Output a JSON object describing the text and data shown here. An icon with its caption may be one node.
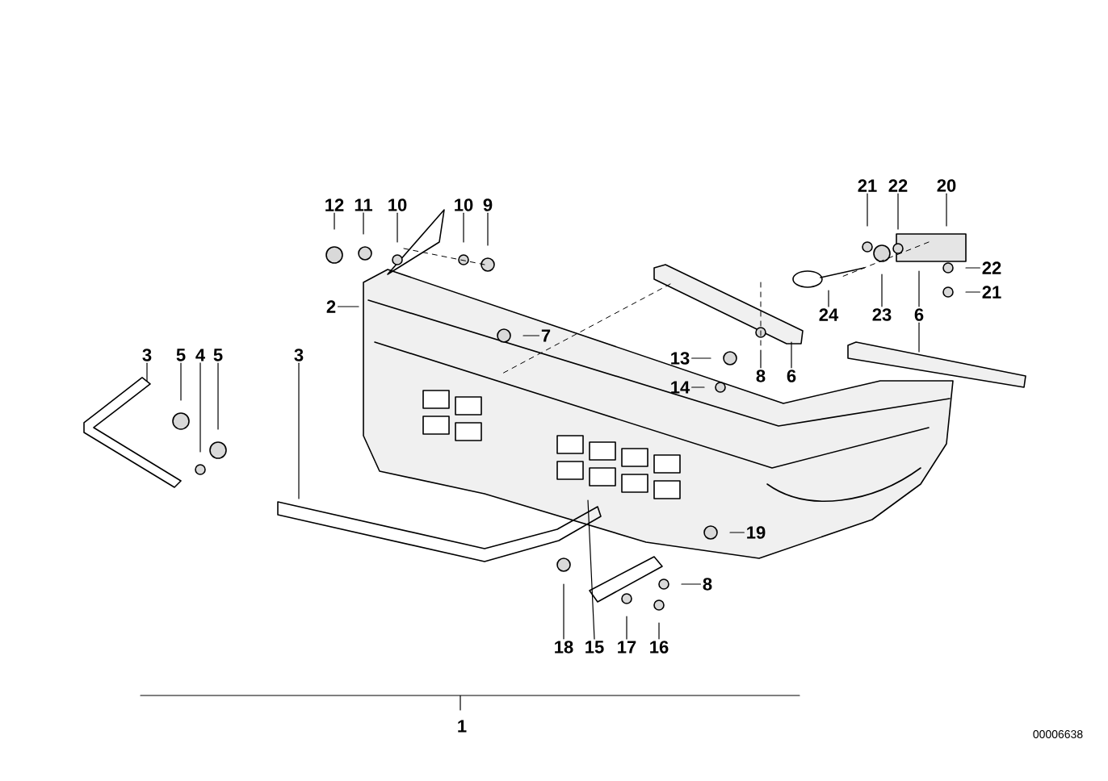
{
  "diagram": {
    "nodes": [
      {
        "text": [
          "21"
        ]
      },
      {
        "text": [
          "22"
        ]
      },
      {
        "text": [
          "20"
        ]
      },
      {
        "text": [
          "12"
        ]
      },
      {
        "text": [
          "11"
        ]
      },
      {
        "text": [
          "10"
        ]
      },
      {
        "text": [
          "10"
        ]
      },
      {
        "text": [
          "9"
        ]
      },
      {
        "text": [
          "22"
        ]
      },
      {
        "text": [
          "21"
        ]
      },
      {
        "text": [
          "2"
        ]
      },
      {
        "text": [
          "24"
        ]
      },
      {
        "text": [
          "23"
        ]
      },
      {
        "text": [
          "6"
        ]
      },
      {
        "text": [
          "7"
        ]
      },
      {
        "text": [
          "3"
        ]
      },
      {
        "text": [
          "5"
        ]
      },
      {
        "text": [
          "4"
        ]
      },
      {
        "text": [
          "5"
        ]
      },
      {
        "text": [
          "3"
        ]
      },
      {
        "text": [
          "13"
        ]
      },
      {
        "text": [
          "8"
        ]
      },
      {
        "text": [
          "6"
        ]
      },
      {
        "text": [
          "14"
        ]
      },
      {
        "text": [
          "19"
        ]
      },
      {
        "text": [
          "8"
        ]
      },
      {
        "text": [
          "18"
        ]
      },
      {
        "text": [
          "15"
        ]
      },
      {
        "text": [
          "17"
        ]
      },
      {
        "text": [
          "16"
        ]
      }
    ],
    "edges": [
      {
        "from": 0,
        "to": null,
        "arrow": "none"
      },
      {
        "from": 1,
        "to": null,
        "arrow": "none"
      },
      {
        "from": 2,
        "to": null,
        "arrow": "none"
      },
      {
        "from": 3,
        "to": null,
        "arrow": "none"
      },
      {
        "from": 4,
        "to": null,
        "arrow": "none"
      },
      {
        "from": 5,
        "to": null,
        "arrow": "none"
      },
      {
        "from": 6,
        "to": null,
        "arrow": "none"
      },
      {
        "from": 7,
        "to": null,
        "arrow": "none"
      },
      {
        "from": 8,
        "to": null,
        "arrow": "none"
      },
      {
        "from": 9,
        "to": null,
        "arrow": "none"
      },
      {
        "from": 10,
        "to": null,
        "arrow": "none"
      },
      {
        "from": 11,
        "to": null,
        "arrow": "none"
      },
      {
        "from": 12,
        "to": null,
        "arrow": "none"
      },
      {
        "from": 13,
        "to": null,
        "arrow": "none"
      },
      {
        "from": 13,
        "to": null,
        "arrow": "none"
      },
      {
        "from": 14,
        "to": null,
        "arrow": "none"
      },
      {
        "from": 15,
        "to": null,
        "arrow": "none"
      },
      {
        "from": 16,
        "to": null,
        "arrow": "none"
      },
      {
        "from": 17,
        "to": null,
        "arrow": "none"
      },
      {
        "from": 18,
        "to": null,
        "arrow": "none"
      },
      {
        "from": 19,
        "to": null,
        "arrow": "none"
      },
      {
        "from": 20,
        "to": null,
        "arrow": "none"
      },
      {
        "from": 21,
        "to": null,
        "arrow": "none"
      },
      {
        "from": 22,
        "to": null,
        "arrow": "none"
      },
      {
        "from": 23,
        "to": null,
        "arrow": "none"
      },
      {
        "from": 24,
        "to": null,
        "arrow": "none"
      },
      {
        "from": 25,
        "to": null,
        "arrow": "none"
      },
      {
        "from": 26,
        "to": null,
        "arrow": "none"
      },
      {
        "from": 27,
        "to": null,
        "arrow": "none"
      },
      {
        "from": 28,
        "to": null,
        "arrow": "none"
      },
      {
        "from": 29,
        "to": null,
        "arrow": "none"
      }
    ],
    "labels": [
      "1",
      "00006638"
    ]
  }
}
